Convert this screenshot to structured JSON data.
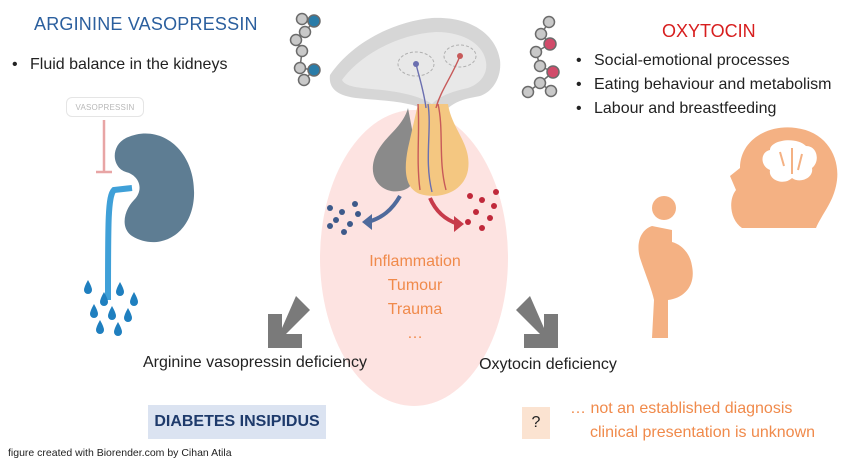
{
  "avp": {
    "title": "ARGININE VASOPRESSIN",
    "bullets": [
      "Fluid balance in the kidneys"
    ],
    "hormone_label": "VASOPRESSIN",
    "deficiency_label": "Arginine vasopressin deficiency",
    "diagnosis": "DIABETES INSIPIDUS"
  },
  "oxt": {
    "title": "OXYTOCIN",
    "bullets": [
      "Social-emotional processes",
      "Eating behaviour and metabolism",
      "Labour and breastfeeding"
    ],
    "deficiency_label": "Oxytocin deficiency",
    "question_mark": "?",
    "note_line1": "… not an established diagnosis",
    "note_line2": "clinical presentation is unknown"
  },
  "causes": [
    "Inflammation",
    "Tumour",
    "Trauma",
    "…"
  ],
  "credit": "figure created with Biorender.com by Cihan Atila",
  "colors": {
    "avp_blue": "#2b5f9e",
    "oxt_red": "#d71e1e",
    "cause_orange": "#f08a4b",
    "kidney": "#5e7d93",
    "water_drop": "#1f7fbf",
    "body_peach": "#f4b183",
    "ellipse_pink": "#fde3e1",
    "arrow_gray": "#7a7a7a"
  }
}
